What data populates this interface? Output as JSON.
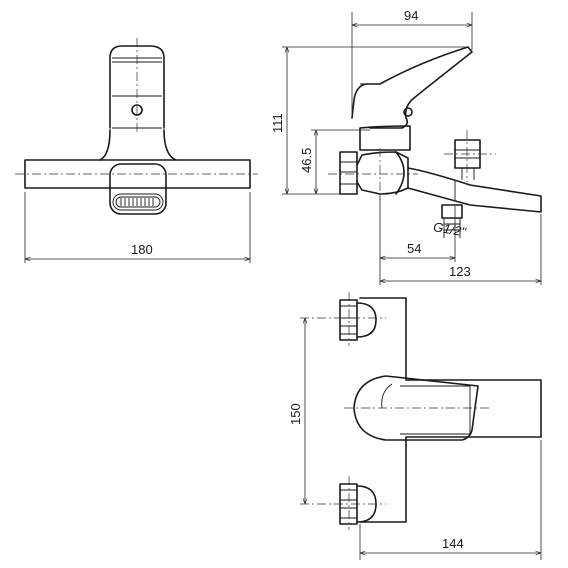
{
  "front_view": {
    "width_label": "180"
  },
  "side_view": {
    "height_total_label": "111",
    "height_inlet_label": "46.5",
    "depth_top_label": "94",
    "spout_offset_label": "54",
    "spout_length_label": "123",
    "thread_label": "G1/2\""
  },
  "top_view": {
    "inlet_spacing_label": "150",
    "depth_label": "144"
  }
}
